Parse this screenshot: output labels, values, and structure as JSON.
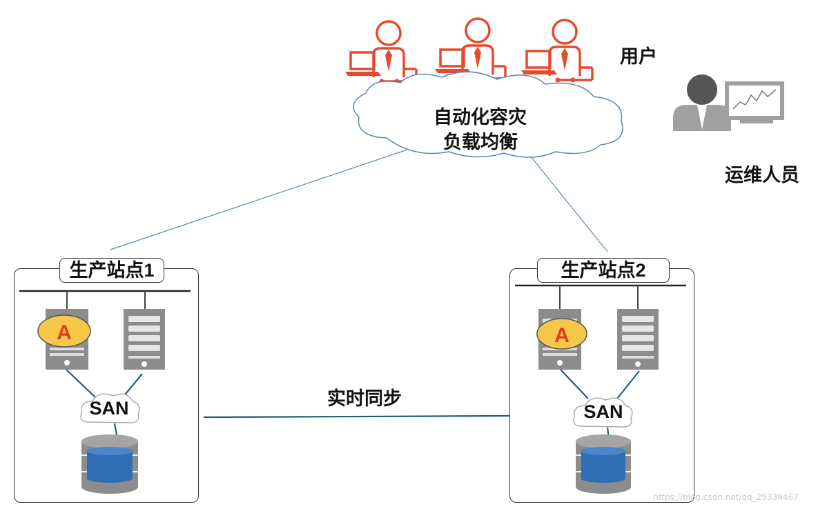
{
  "users_label": "用户",
  "ops_label": "运维人员",
  "cloud_line1": "自动化容灾",
  "cloud_line2": "负载均衡",
  "sync_label": "实时同步",
  "site1": {
    "title": "生产站点1",
    "app_badge": "A",
    "san_label": "SAN"
  },
  "site2": {
    "title": "生产站点2",
    "app_badge": "A",
    "san_label": "SAN"
  },
  "watermark": "https://blog.csdn.net/qq_29339467",
  "colors": {
    "user_red": "#e64a2e",
    "ops_gray": "#a0a0a0",
    "server_gray": "#8c8c8c",
    "badge_yellow": "#f6c84a",
    "db_blue": "#2f6eb5",
    "line_blue": "#5b86b5",
    "line_teal": "#1b5f73"
  },
  "icons": [
    "user-icon",
    "laptop-icon",
    "operator-icon",
    "monitor-icon",
    "server-icon",
    "database-icon",
    "cloud-icon"
  ]
}
